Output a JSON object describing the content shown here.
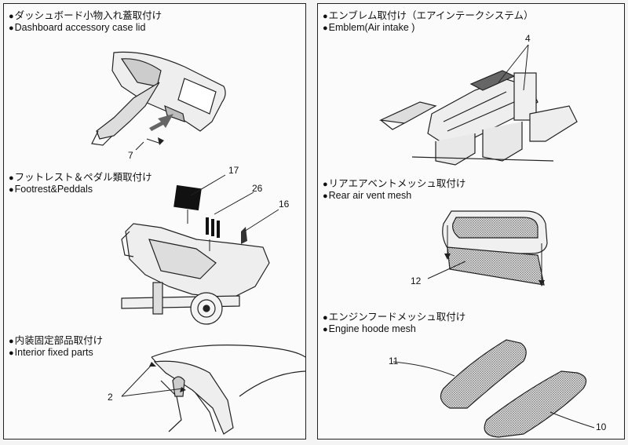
{
  "left": {
    "dashboard": {
      "jp": "ダッシュボード小物入れ蓋取付け",
      "en": "Dashboard accessory case lid",
      "part": "7"
    },
    "footrest": {
      "jp": "フットレスト＆ペダル類取付け",
      "en": "Footrest&Peddals",
      "parts": [
        "17",
        "26",
        "16"
      ]
    },
    "interior": {
      "jp": "内装固定部品取付け",
      "en": "Interior fixed parts",
      "part": "2"
    }
  },
  "right": {
    "emblem": {
      "jp": "エンブレム取付け（エアインテークシステム）",
      "en": "Emblem(Air intake )",
      "part": "4"
    },
    "vent": {
      "jp": "リアエアベントメッシュ取付け",
      "en": "Rear air vent mesh",
      "part": "12"
    },
    "hood": {
      "jp": "エンジンフードメッシュ取付け",
      "en": "Engine hoode mesh",
      "parts": [
        "11",
        "10"
      ]
    }
  },
  "bullet": "●"
}
